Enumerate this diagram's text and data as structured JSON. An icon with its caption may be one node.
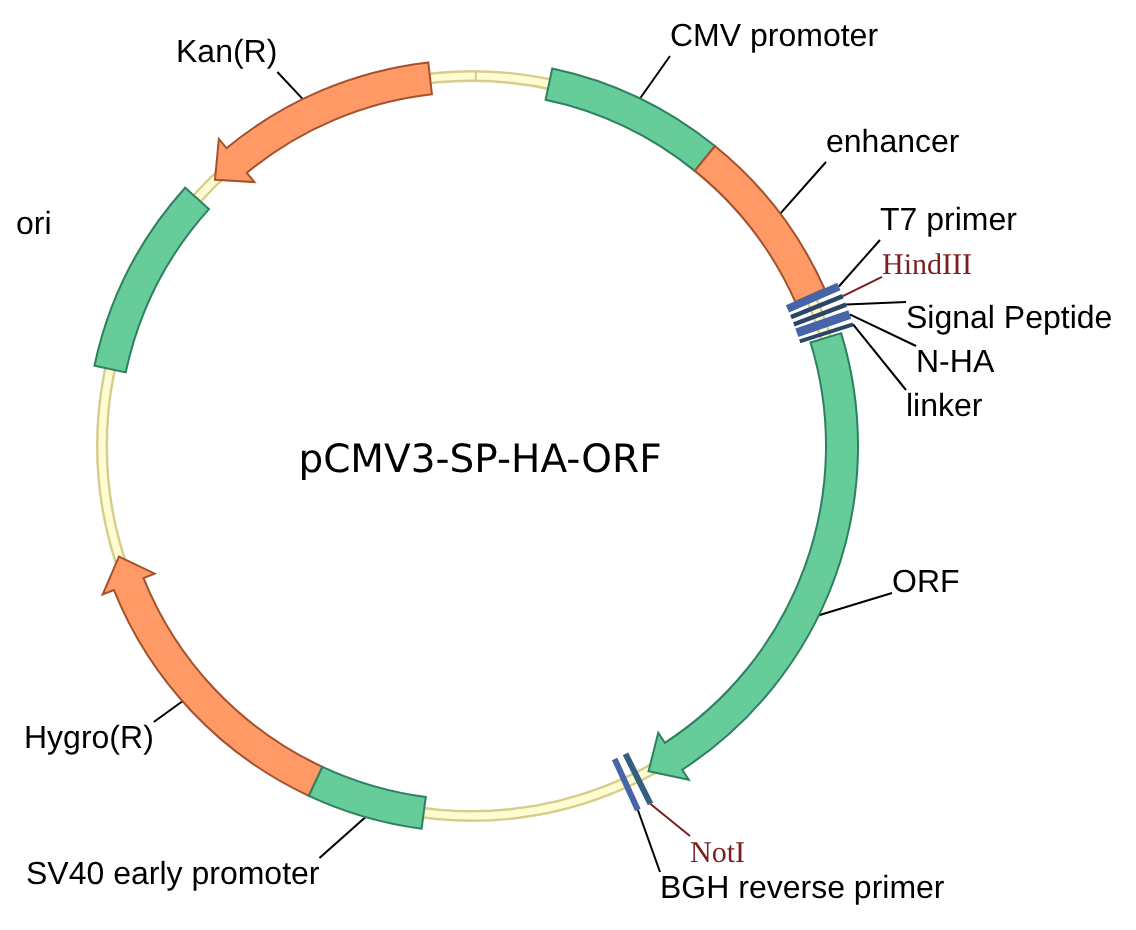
{
  "diagram": {
    "title": "pCMV3-SP-HA-ORF",
    "nodes": [
      {
        "text": [
          "Kan(R)"
        ]
      },
      {
        "text": [],
        "shape": "arrow"
      },
      {
        "text": [
          "CMV promoter"
        ]
      },
      {
        "text": [],
        "shape": "bar"
      },
      {
        "text": [
          "enhancer"
        ]
      },
      {
        "text": [],
        "shape": "bar"
      },
      {
        "text": [
          "T7 primer"
        ]
      },
      {
        "text": [],
        "shape": "bar"
      },
      {
        "text": [
          "HindIII"
        ]
      },
      {
        "text": [],
        "shape": "bar"
      },
      {
        "text": [
          "Signal Peptide"
        ]
      },
      {
        "text": [],
        "shape": "bar"
      },
      {
        "text": [
          "N-HA"
        ]
      },
      {
        "text": [],
        "shape": "bar"
      },
      {
        "text": [
          "linker"
        ]
      },
      {
        "text": [],
        "shape": "bar"
      },
      {
        "text": [],
        "shape": "bar",
        "beside": [
          "ori"
        ]
      },
      {
        "text": [
          "ORF"
        ]
      },
      {
        "text": [],
        "shape": "arrow"
      },
      {
        "text": [
          "Hygro(R)"
        ]
      },
      {
        "text": [],
        "shape": "arrow"
      },
      {
        "text": [
          "SV40 early promoter"
        ]
      },
      {
        "text": [],
        "shape": "bar"
      },
      {
        "text": [
          "NotI"
        ]
      },
      {
        "text": [],
        "shape": "bar"
      },
      {
        "text": [
          "BGH reverse primer"
        ]
      },
      {
        "text": [],
        "shape": "bar"
      }
    ],
    "edges": [
      {
        "from": 0,
        "to": 1,
        "arrow": "none"
      },
      {
        "from": 2,
        "to": 3,
        "arrow": "none"
      },
      {
        "from": 4,
        "to": 5,
        "arrow": "none"
      },
      {
        "from": 6,
        "to": 7,
        "arrow": "none"
      },
      {
        "from": 8,
        "to": 9,
        "arrow": "none",
        "color": "#7a1e1e"
      },
      {
        "from": 10,
        "to": 11,
        "arrow": "none"
      },
      {
        "from": 12,
        "to": 13,
        "arrow": "none"
      },
      {
        "from": 14,
        "to": 15,
        "arrow": "none"
      },
      {
        "from": 17,
        "to": 18,
        "arrow": "none"
      },
      {
        "from": 19,
        "to": 20,
        "arrow": "none"
      },
      {
        "from": 21,
        "to": 22,
        "arrow": "none"
      },
      {
        "from": 23,
        "to": 24,
        "arrow": "none",
        "color": "#7a1e1e"
      },
      {
        "from": 25,
        "to": 26,
        "arrow": "none"
      }
    ]
  }
}
